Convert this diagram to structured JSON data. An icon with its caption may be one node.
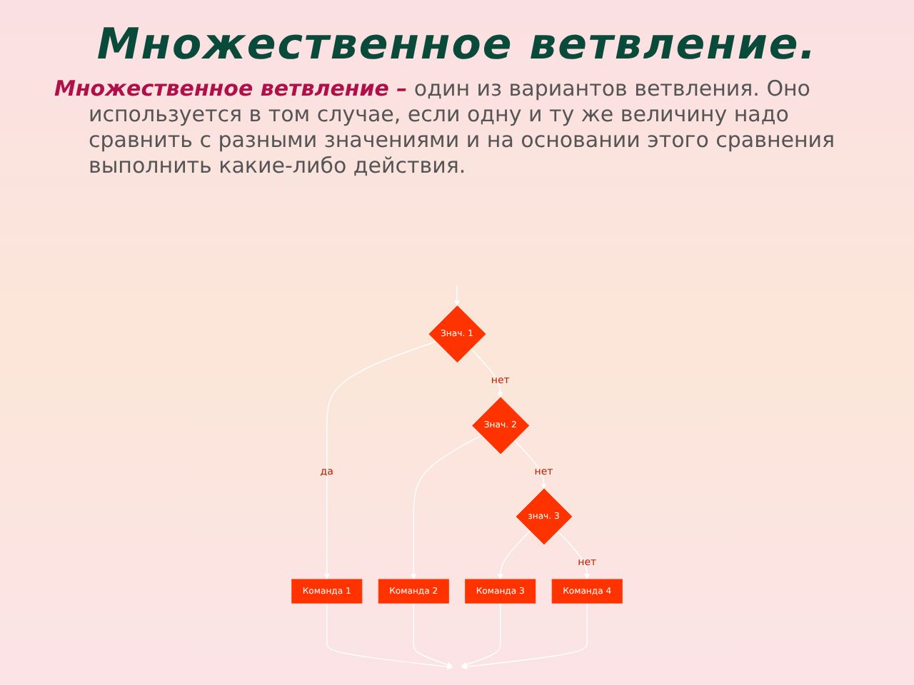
{
  "diagram": {
    "title": "Множественное  ветвление.",
    "nodes": [
      {
        "text": [
          "Знач. 1"
        ]
      },
      {
        "text": [
          "Знач. 2"
        ]
      },
      {
        "text": [
          "Команда 1"
        ]
      },
      {
        "text": [
          "знач. 3"
        ]
      },
      {
        "text": [
          "Команда 2"
        ]
      },
      {
        "text": [
          "Команда 3"
        ]
      },
      {
        "text": [
          "Команда 4"
        ]
      }
    ],
    "edges": [
      {
        "from": null,
        "to": 0,
        "arrow": "to"
      },
      {
        "from": 0,
        "to": 1,
        "arrow": "to",
        "label": "нет"
      },
      {
        "from": 0,
        "to": 2,
        "arrow": "to",
        "label": "да"
      },
      {
        "from": 1,
        "to": 3,
        "arrow": "to",
        "label": "нет"
      },
      {
        "from": 1,
        "to": 4,
        "arrow": "to"
      },
      {
        "from": 3,
        "to": 5,
        "arrow": "to"
      },
      {
        "from": 3,
        "to": 6,
        "arrow": "to",
        "label": "нет"
      },
      {
        "from": 2,
        "to": null,
        "arrow": "to"
      },
      {
        "from": 4,
        "to": null,
        "arrow": "to"
      },
      {
        "from": 5,
        "to": null,
        "arrow": "to"
      },
      {
        "from": 6,
        "to": null,
        "arrow": "to"
      }
    ],
    "labels": [
      "**Множественное ветвление –** один из вариантов ветвления. Оно используется в том случае, если одну и ту же величину надо сравнить с разными значениями и на основании этого сравнения выполнить какие-либо действия."
    ]
  }
}
